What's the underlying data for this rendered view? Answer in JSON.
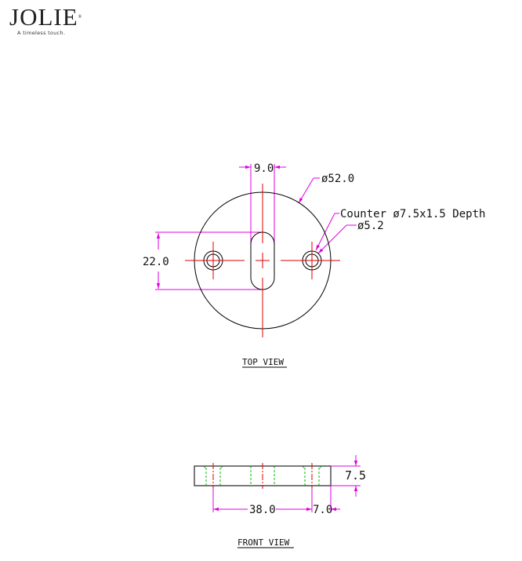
{
  "logo": {
    "brand": "JOLIE",
    "registered_mark": "®",
    "tagline": "A timeless touch."
  },
  "top_view": {
    "title": "TOP VIEW",
    "dimensions": {
      "slot_width": "9.0",
      "outer_diameter": "ø52.0",
      "counterbore": "Counter ø7.5x1.5 Depth",
      "hole_diameter": "ø5.2",
      "slot_length": "22.0"
    }
  },
  "front_view": {
    "title": "FRONT VIEW",
    "dimensions": {
      "thickness": "7.5",
      "hole_spacing": "38.0",
      "edge_offset": "7.0"
    }
  },
  "colors": {
    "outline": "#000000",
    "centerline": "#e00000",
    "dimension": "#e000e0",
    "hidden": "#00c000"
  }
}
